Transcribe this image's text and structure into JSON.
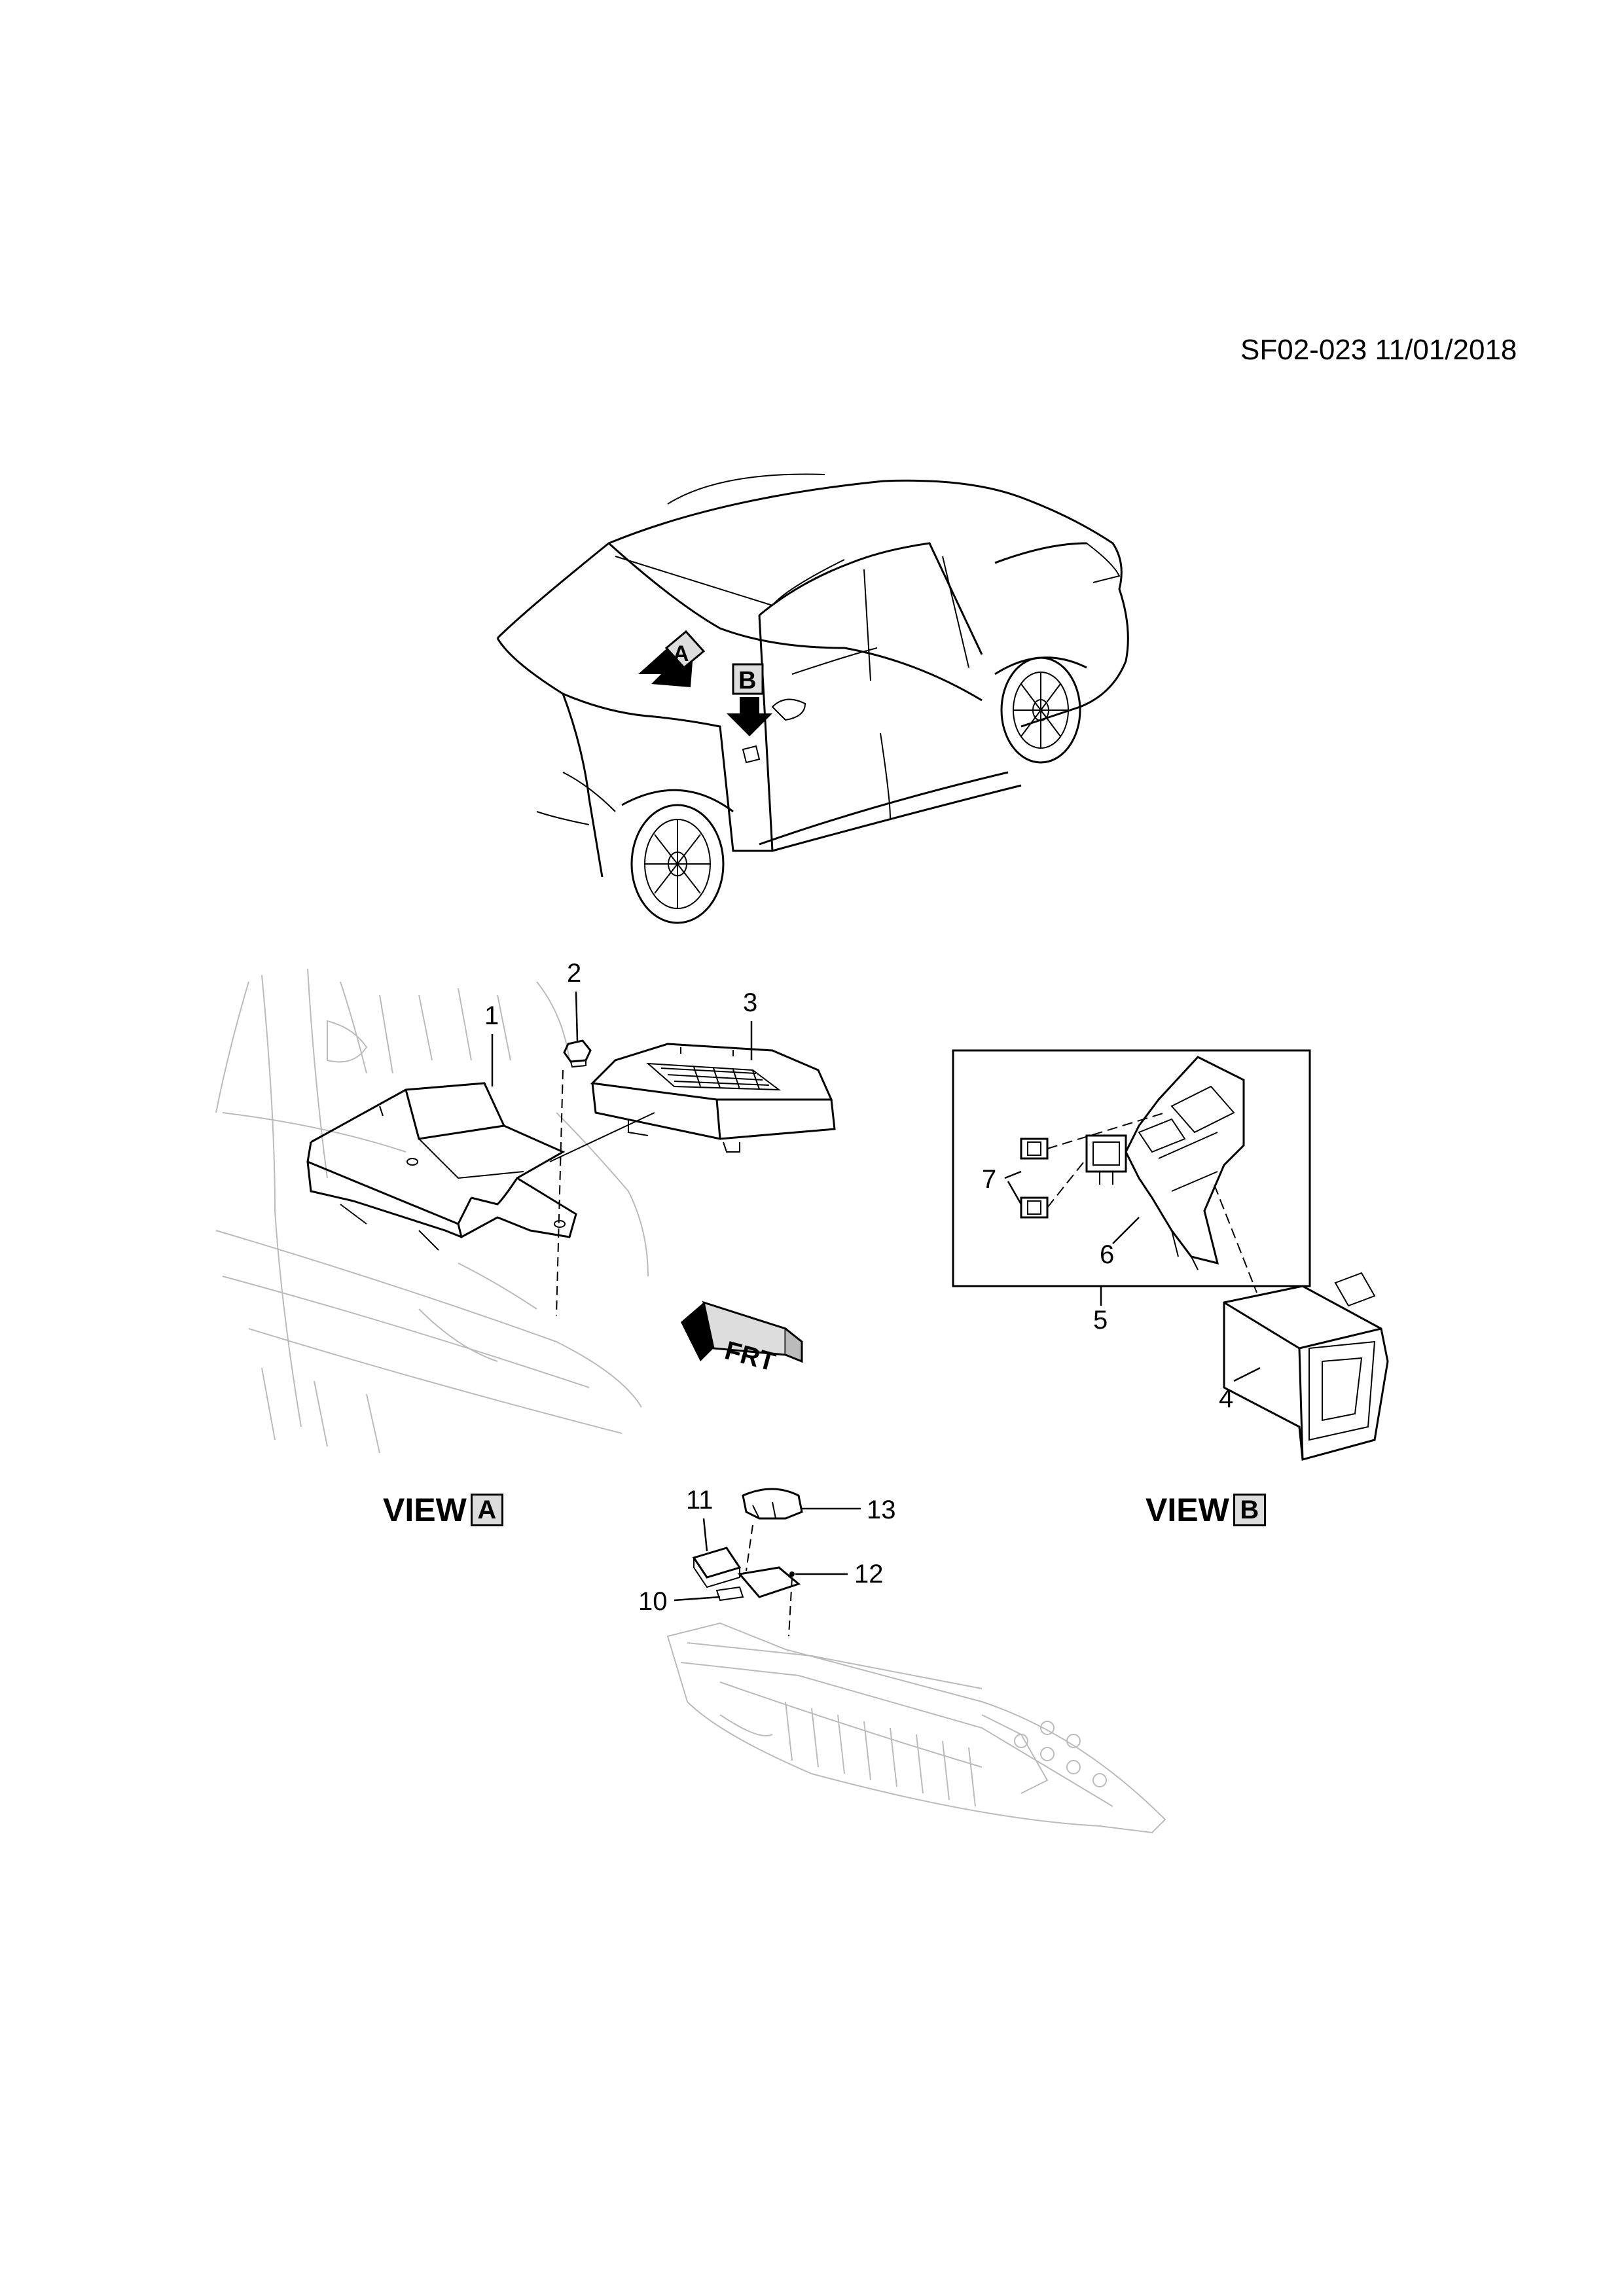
{
  "header": {
    "reference": "SF02-023 11/01/2018"
  },
  "markers": {
    "view_a_marker": "A",
    "view_b_marker": "B",
    "front_marker": "FRT"
  },
  "views": {
    "a": {
      "label": "VIEW",
      "letter": "A"
    },
    "b": {
      "label": "VIEW",
      "letter": "B"
    }
  },
  "callouts": {
    "c1": "1",
    "c2": "2",
    "c3": "3",
    "c4": "4",
    "c5": "5",
    "c6": "6",
    "c7": "7",
    "c10": "10",
    "c11": "11",
    "c12": "12",
    "c13": "13"
  },
  "icons": [
    "view-arrow-icon",
    "front-direction-icon"
  ]
}
